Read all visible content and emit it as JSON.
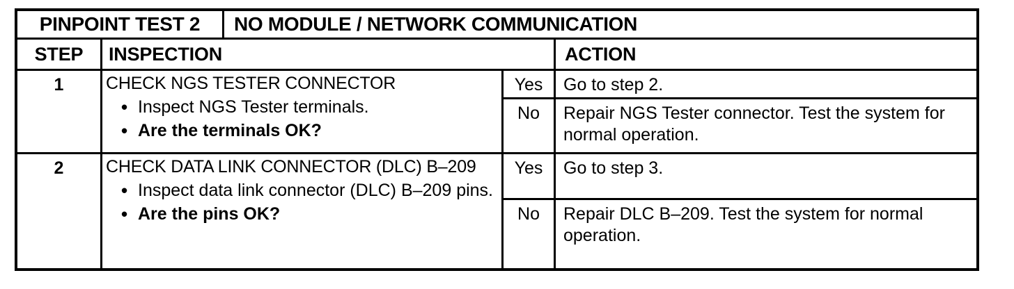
{
  "palette": {
    "ink": "#000000",
    "paper": "#ffffff"
  },
  "glyphs": {
    "bullet": "•"
  },
  "header": {
    "test_label": "PINPOINT TEST 2",
    "test_description": "NO MODULE / NETWORK COMMUNICATION",
    "columns": {
      "step": "STEP",
      "inspection": "INSPECTION",
      "action": "ACTION"
    }
  },
  "rows": [
    {
      "step": "1",
      "inspection": {
        "title": "CHECK NGS TESTER CONNECTOR",
        "bullets": [
          {
            "text": "Inspect NGS Tester terminals.",
            "bold": false
          },
          {
            "text": "Are the terminals OK?",
            "bold": true
          }
        ]
      },
      "yes": {
        "label": "Yes",
        "action": "Go to step 2."
      },
      "no": {
        "label": "No",
        "action": "Repair NGS Tester connector. Test the system for normal operation."
      }
    },
    {
      "step": "2",
      "inspection": {
        "title": "CHECK DATA LINK CONNECTOR (DLC) B–209",
        "bullets": [
          {
            "text": "Inspect data link connector (DLC) B–209 pins.",
            "bold": false
          },
          {
            "text": "Are the pins OK?",
            "bold": true
          }
        ]
      },
      "yes": {
        "label": "Yes",
        "action": "Go to step 3."
      },
      "no": {
        "label": "No",
        "action": "Repair DLC B–209. Test the system for normal operation."
      }
    }
  ]
}
